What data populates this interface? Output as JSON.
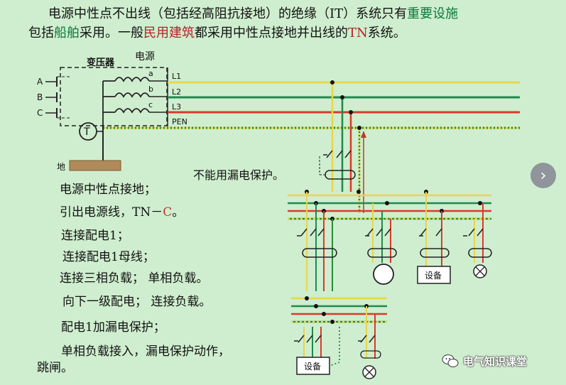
{
  "intro": {
    "line1_a": "电源中性点不出线（包括经高阻抗接地）的绝缘（IT）系统只有",
    "line1_b": "重要设施",
    "line2_a": "包括",
    "line2_b": "船舶",
    "line2_c": "采用。一般",
    "line2_d": "民用建筑",
    "line2_e": "都采用中性点接地并出线的",
    "line2_f": "TN",
    "line2_g": "系统。"
  },
  "diagram": {
    "source_label": "电源",
    "transformer_label": "变压器",
    "phase_inputs": [
      "A",
      "B",
      "C"
    ],
    "winding_taps": [
      "a",
      "b",
      "c"
    ],
    "bus_labels": [
      "L1",
      "L2",
      "L3",
      "PEN"
    ],
    "transformer_symbol": "T",
    "ground_label": "地",
    "note_no_rcd": "不能用漏电保护。",
    "device_label_1": "设备",
    "device_label_2": "设备"
  },
  "steps": [
    {
      "text": "电源中性点接地；"
    },
    {
      "text": "引出电源线，TN－",
      "accent": "C",
      "tail": "。"
    },
    {
      "text": "连接配电1；"
    },
    {
      "text": "连接配电1母线；"
    },
    {
      "text": "连接三相负载；  单相负载。"
    },
    {
      "text": "向下一级配电；    连接负载。"
    },
    {
      "text": "配电1加漏电保护；"
    },
    {
      "text": "单相负载接入，漏电保护动作，"
    },
    {
      "text": "跳闸。"
    }
  ],
  "watermark": {
    "text": "电气知识课堂"
  },
  "colors": {
    "L1": "#e8d54a",
    "L2": "#1f8a4c",
    "L3": "#d93a2b",
    "PEN": "#e8d54a",
    "PE_alt": "#2a8a3a",
    "background": "#cfeecf"
  },
  "nav": {
    "next_icon": "chevron-right-icon",
    "next_glyph": "›"
  }
}
